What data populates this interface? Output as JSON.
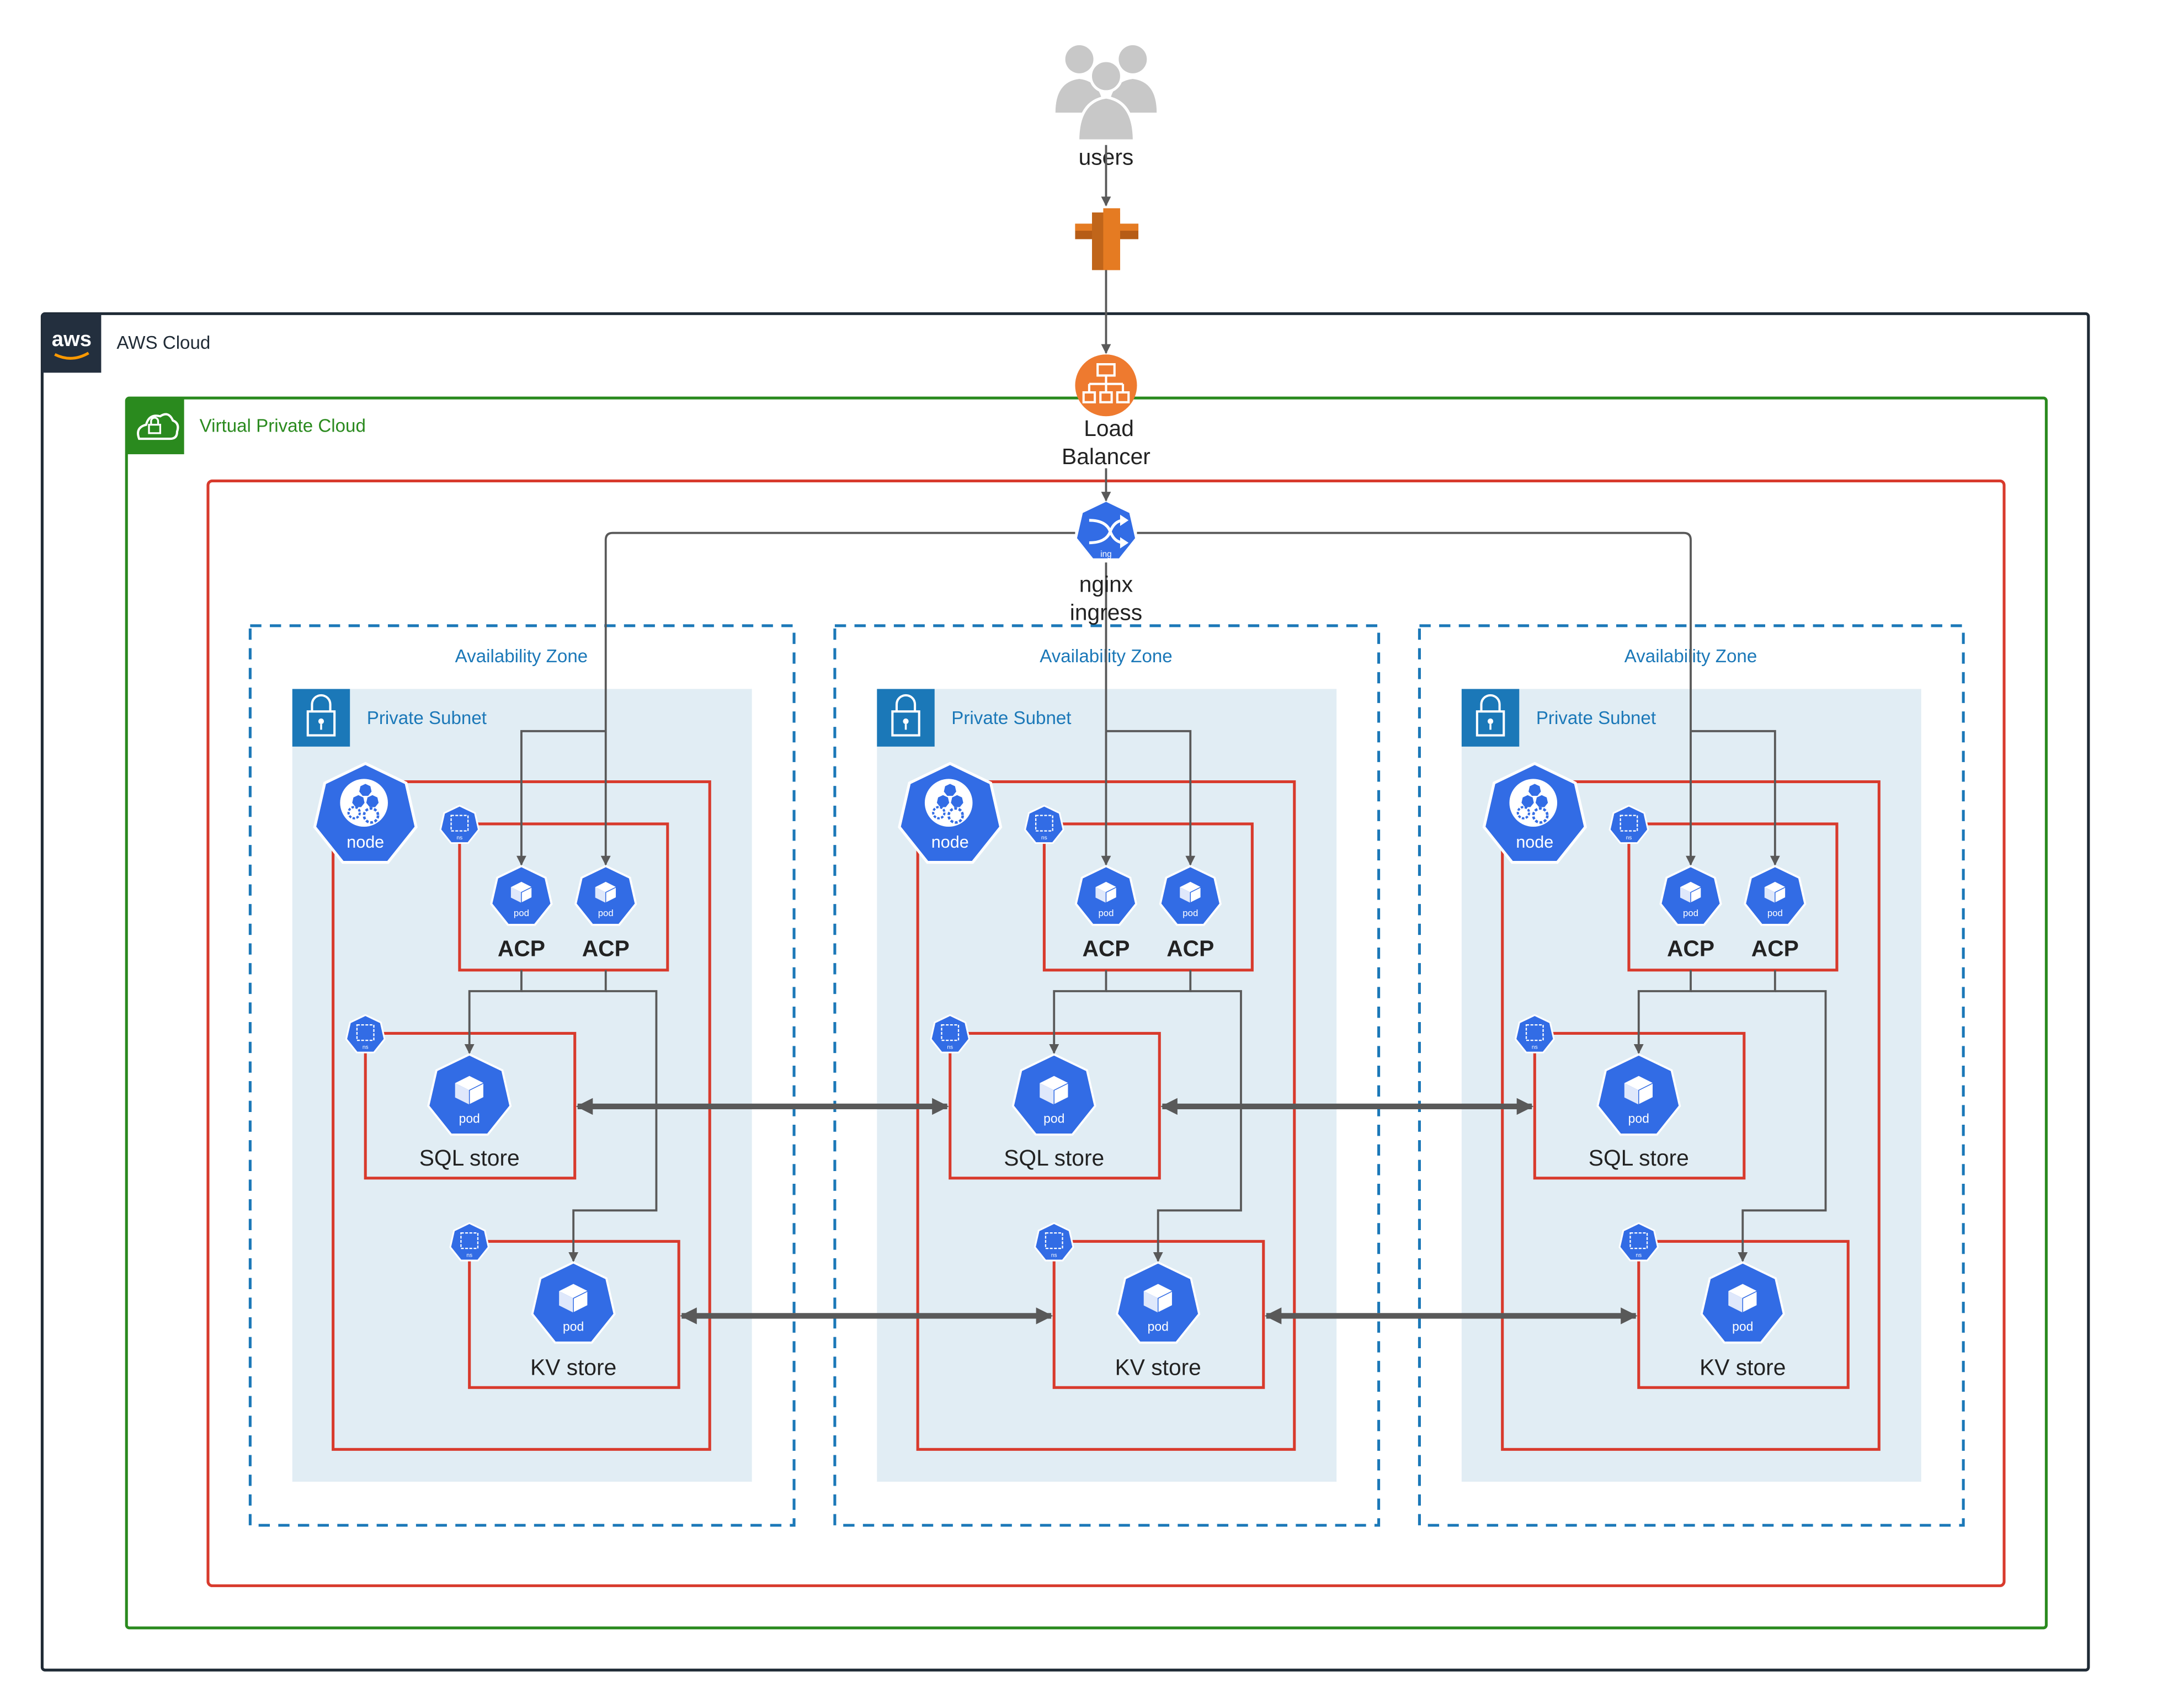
{
  "colors": {
    "aws_border": "#1f2a35",
    "aws_badge": "#232f3e",
    "vpc": "#2a8a1e",
    "red": "#d83a2c",
    "az": "#1b78b8",
    "subnet_fill": "#e1edf4",
    "subnet_icon": "#1b78b8",
    "k8s": "#326ce5",
    "lb": "#ee7a2f",
    "gateway": "#e57b22",
    "arrow": "#595959",
    "users": "#c8c8c8"
  },
  "top": {
    "users_label": "users",
    "users_icon": "users-group-icon",
    "gateway_icon": "internet-gateway-icon"
  },
  "aws": {
    "label": "AWS Cloud",
    "logo": "aws"
  },
  "vpc": {
    "label": "Virtual Private Cloud"
  },
  "load_balancer": {
    "line1": "Load",
    "line2": "Balancer"
  },
  "ingress": {
    "line1": "nginx",
    "line2": "ingress",
    "badge": "ing"
  },
  "zones": [
    {
      "az_label": "Availability Zone",
      "subnet_label": "Private Subnet",
      "node_label": "node",
      "acp_labels": [
        "ACP",
        "ACP"
      ],
      "sql_label": "SQL store",
      "kv_label": "KV store",
      "pod_badge": "pod",
      "ns_badge": "ns"
    },
    {
      "az_label": "Availability Zone",
      "subnet_label": "Private Subnet",
      "node_label": "node",
      "acp_labels": [
        "ACP",
        "ACP"
      ],
      "sql_label": "SQL store",
      "kv_label": "KV store",
      "pod_badge": "pod",
      "ns_badge": "ns"
    },
    {
      "az_label": "Availability Zone",
      "subnet_label": "Private Subnet",
      "node_label": "node",
      "acp_labels": [
        "ACP",
        "ACP"
      ],
      "sql_label": "SQL store",
      "kv_label": "KV store",
      "pod_badge": "pod",
      "ns_badge": "ns"
    }
  ]
}
